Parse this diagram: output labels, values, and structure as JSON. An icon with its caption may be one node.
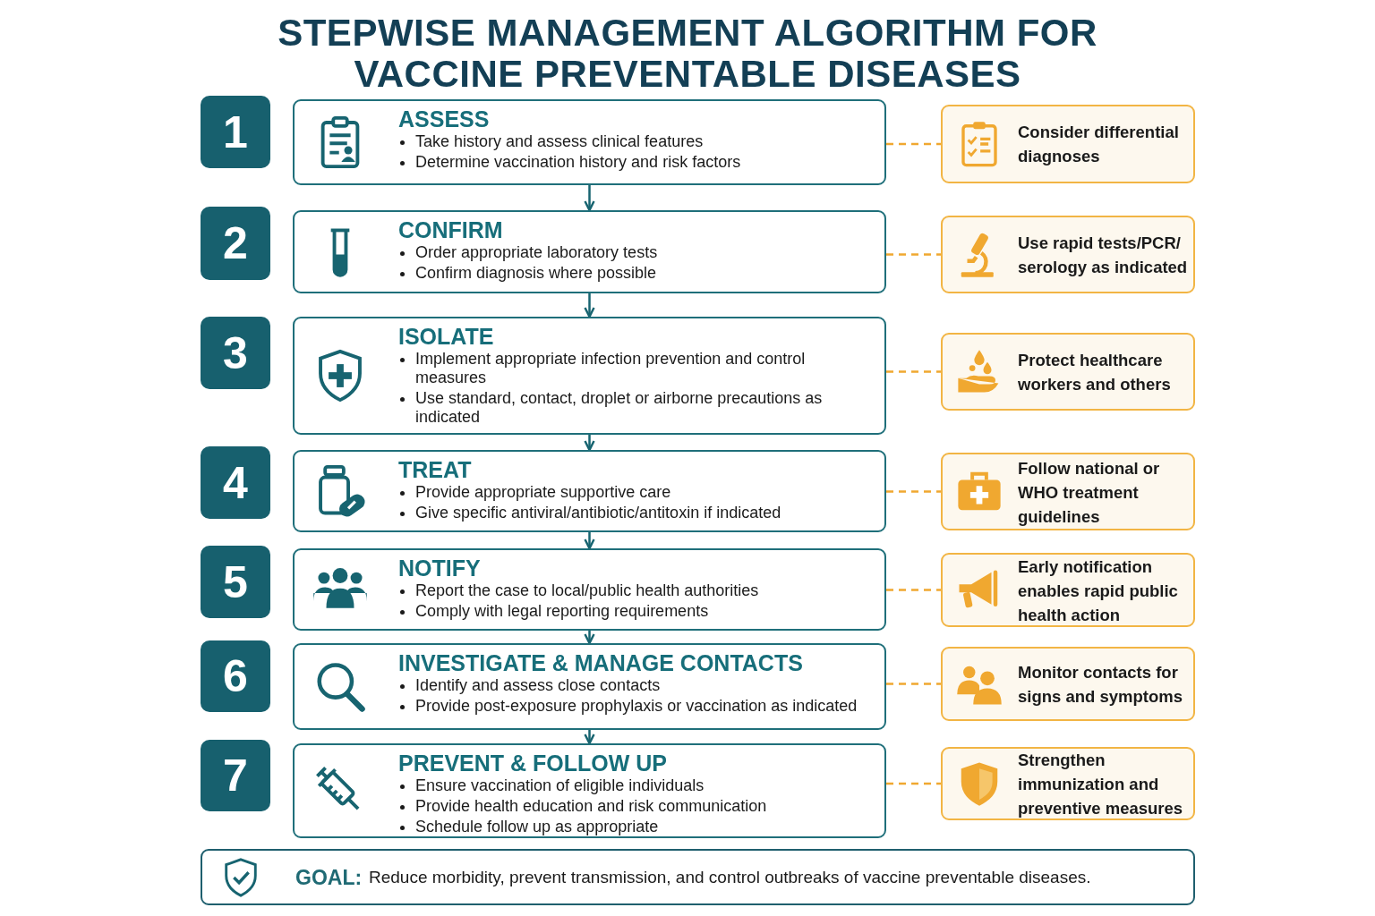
{
  "diagram": {
    "title": "STEPWISE MANAGEMENT ALGORITHM FOR VACCINE PREVENTABLE DISEASES",
    "nodes": [
      {
        "text": [
          "1"
        ]
      },
      {
        "text": [
          "ASSESS",
          "Take history and assess clinical features",
          "Determine vaccination history and risk factors"
        ]
      },
      {
        "text": [
          "Consider differential diagnoses"
        ]
      },
      {
        "text": [
          "2"
        ]
      },
      {
        "text": [
          "CONFIRM",
          "Order appropriate laboratory tests",
          "Confirm diagnosis where possible"
        ]
      },
      {
        "text": [
          "Use rapid tests/PCR/ serology as indicated"
        ]
      },
      {
        "text": [
          "3"
        ]
      },
      {
        "text": [
          "ISOLATE",
          "Implement appropriate infection prevention and control measures",
          "Use standard, contact, droplet or airborne precautions as indicated"
        ]
      },
      {
        "text": [
          "Protect healthcare workers and others"
        ]
      },
      {
        "text": [
          "4"
        ]
      },
      {
        "text": [
          "TREAT",
          "Provide appropriate supportive care",
          "Give specific antiviral/antibiotic/antitoxin if indicated"
        ]
      },
      {
        "text": [
          "Follow national or WHO treatment guidelines"
        ]
      },
      {
        "text": [
          "5"
        ]
      },
      {
        "text": [
          "NOTIFY",
          "Report the case to local/public health authorities",
          "Comply with legal reporting requirements"
        ]
      },
      {
        "text": [
          "Early notification enables rapid public health action"
        ]
      },
      {
        "text": [
          "6"
        ]
      },
      {
        "text": [
          "INVESTIGATE & MANAGE CONTACTS",
          "Identify and assess close contacts",
          "Provide post-exposure prophylaxis or vaccination as indicated"
        ]
      },
      {
        "text": [
          "Monitor contacts for signs and symptoms"
        ]
      },
      {
        "text": [
          "7"
        ]
      },
      {
        "text": [
          "PREVENT & FOLLOW UP",
          "Ensure vaccination of eligible individuals",
          "Provide health education and risk communication",
          "Schedule follow up as appropriate"
        ]
      },
      {
        "text": [
          "Strengthen immunization and preventive measures"
        ]
      },
      {
        "text": [
          "GOAL:",
          "Reduce morbidity, prevent transmission, and control outbreaks of vaccine preventable diseases."
        ]
      }
    ],
    "edges": [
      {
        "from": 1,
        "to": 2,
        "arrow": "none",
        "style": "dashed",
        "color": "#f0a830"
      },
      {
        "from": 1,
        "to": 4,
        "arrow": "to",
        "color": "#176470"
      },
      {
        "from": 4,
        "to": 5,
        "arrow": "none",
        "style": "dashed",
        "color": "#f0a830"
      },
      {
        "from": 4,
        "to": 7,
        "arrow": "to",
        "color": "#176470"
      },
      {
        "from": 7,
        "to": 8,
        "arrow": "none",
        "style": "dashed",
        "color": "#f0a830"
      },
      {
        "from": 7,
        "to": 10,
        "arrow": "to",
        "color": "#176470"
      },
      {
        "from": 10,
        "to": 11,
        "arrow": "none",
        "style": "dashed",
        "color": "#f0a830"
      },
      {
        "from": 10,
        "to": 13,
        "arrow": "to",
        "color": "#176470"
      },
      {
        "from": 13,
        "to": 14,
        "arrow": "none",
        "style": "dashed",
        "color": "#f0a830"
      },
      {
        "from": 13,
        "to": 16,
        "arrow": "to",
        "color": "#176470"
      },
      {
        "from": 16,
        "to": 17,
        "arrow": "none",
        "style": "dashed",
        "color": "#f0a830"
      },
      {
        "from": 16,
        "to": 19,
        "arrow": "to",
        "color": "#176470"
      },
      {
        "from": 19,
        "to": 20,
        "arrow": "none",
        "style": "dashed",
        "color": "#f0a830"
      }
    ]
  }
}
